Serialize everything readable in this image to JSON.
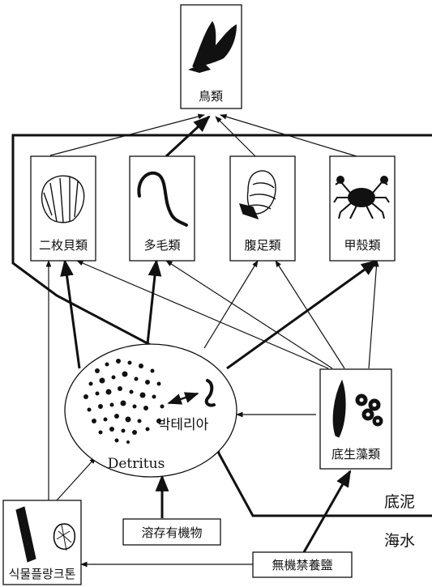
{
  "nodes": {
    "birds": "鳥類",
    "bivalves": "二枚貝類",
    "polychaetes": "多毛類",
    "gastropods": "腹足類",
    "crustaceans": "甲殼類",
    "bacteria": "박테리아",
    "detritus": "Detritus",
    "benthic_algae": "底生藻類",
    "phytoplankton": "식물플랑크톤",
    "dissolved_organic": "溶存有機物",
    "inorganic_nutrients": "無機禁養鹽"
  },
  "zones": {
    "sediment": "底泥",
    "seawater": "海水"
  },
  "icons": {
    "birds": "bird-icon",
    "bivalves": "clam-shell-icon",
    "polychaetes": "worm-icon",
    "gastropods": "snail-icon",
    "crustaceans": "crab-icon",
    "detritus": "particle-cloud-icon",
    "bacteria": "bacteria-icon",
    "benthic_algae": "diatom-icon",
    "phytoplankton": "plankton-icon"
  },
  "colors": {
    "ink": "#111111",
    "background": "#ffffff"
  }
}
